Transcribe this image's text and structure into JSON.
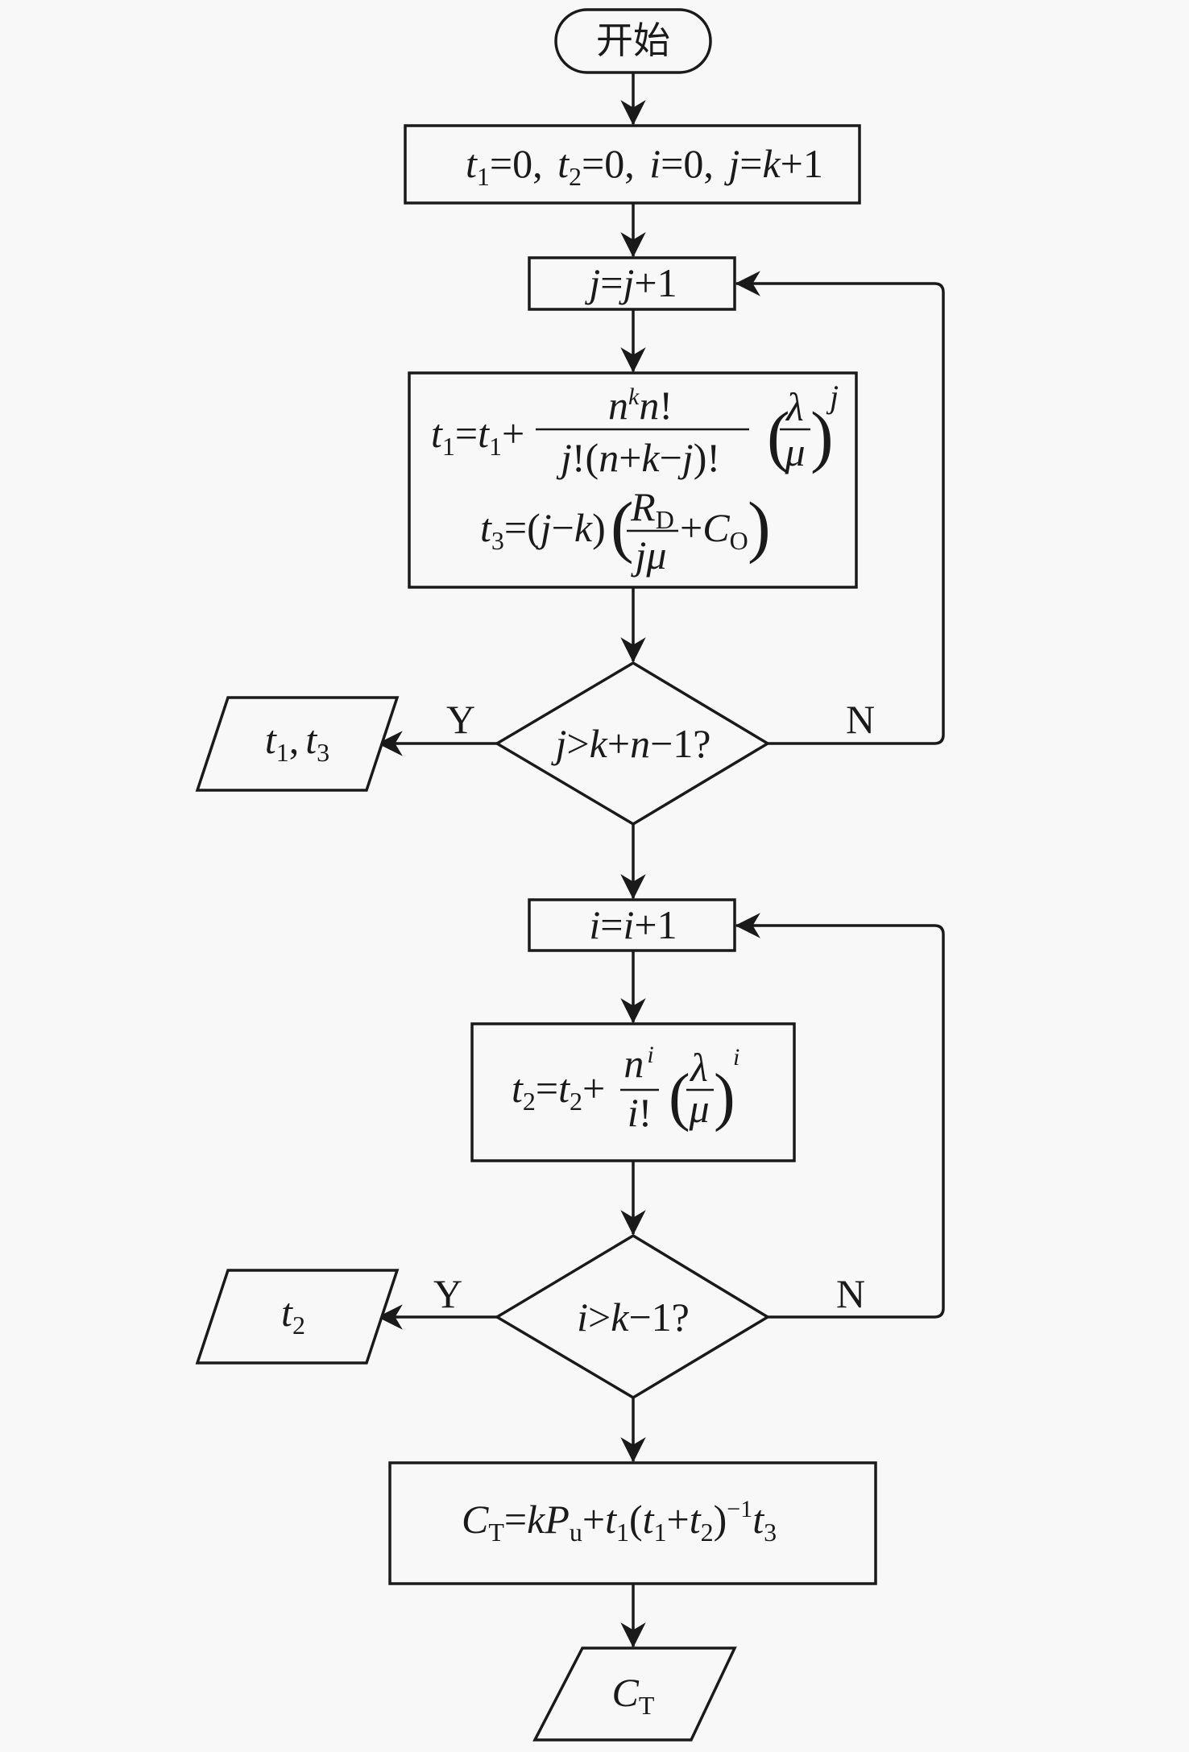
{
  "diagram": {
    "type": "flowchart",
    "colors": {
      "background": "#f8f8f8",
      "stroke": "#1a1a1a"
    },
    "nodes": {
      "start": {
        "shape": "terminal",
        "label": "开始"
      },
      "init": {
        "shape": "process",
        "label": "t1=0, t2=0, i=0, j=k+1"
      },
      "inc_j": {
        "shape": "process",
        "label": "j=j+1"
      },
      "calc_t1_t3": {
        "shape": "process",
        "line1": "t1=t1+ (n^k n!)/(j!(n+k−j)!) (λ/μ)^j",
        "line2": "t3=(j−k)(R_D/(jμ)+C_O)"
      },
      "cond_j": {
        "shape": "decision",
        "label": "j>k+n−1?"
      },
      "out_t1_t3": {
        "shape": "io",
        "label": "t1, t3"
      },
      "inc_i": {
        "shape": "process",
        "label": "i=i+1"
      },
      "calc_t2": {
        "shape": "process",
        "label": "t2=t2+ (n^i)/(i!) (λ/μ)^i"
      },
      "cond_i": {
        "shape": "decision",
        "label": "i>k−1?"
      },
      "out_t2": {
        "shape": "io",
        "label": "t2"
      },
      "calc_ct": {
        "shape": "process",
        "label": "CT=kPu+t1(t1+t2)^−1 t3"
      },
      "out_ct": {
        "shape": "io",
        "label": "CT"
      }
    },
    "edge_labels": {
      "yes": "Y",
      "no": "N"
    },
    "text": {
      "start": "开始",
      "t": "t",
      "one": "1",
      "two": "2",
      "three": "3",
      "eq0": "=0,",
      "i": "i",
      "j": "j",
      "k": "k",
      "n": "n",
      "eq": "=",
      "plus": "+",
      "plus1": "+1",
      "fact": "!",
      "lambda": "λ",
      "mu": "μ",
      "C": "C",
      "T": "T",
      "P": "P",
      "u": "u",
      "R": "R",
      "D": "D",
      "O": "O",
      "comma": ",",
      "Y": "Y",
      "N": "N"
    }
  }
}
